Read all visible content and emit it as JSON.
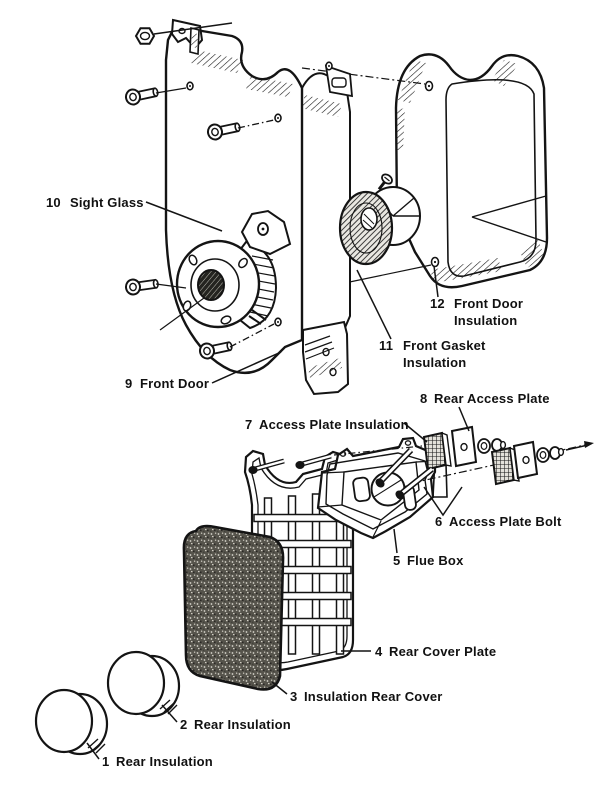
{
  "figure": {
    "type": "exploded-parts-diagram",
    "subject": "Boiler front door and rear flue access assembly",
    "background_color": "#ffffff",
    "line_color": "#141414",
    "text_color": "#111111"
  },
  "parts": [
    {
      "number": "1",
      "name": "Rear Insulation",
      "display": [
        "Rear Insulation"
      ]
    },
    {
      "number": "2",
      "name": "Rear Insulation",
      "display": [
        "Rear Insulation"
      ]
    },
    {
      "number": "3",
      "name": "Insulation Rear Cover",
      "display": [
        "Insulation Rear Cover"
      ]
    },
    {
      "number": "4",
      "name": "Rear Cover Plate",
      "display": [
        "Rear Cover Plate"
      ]
    },
    {
      "number": "5",
      "name": "Flue Box",
      "display": [
        "Flue Box"
      ]
    },
    {
      "number": "6",
      "name": "Access Plate Bolt",
      "display": [
        "Access Plate Bolt"
      ]
    },
    {
      "number": "7",
      "name": "Access Plate Insulation",
      "display": [
        "Access Plate Insulation"
      ]
    },
    {
      "number": "8",
      "name": "Rear Access Plate",
      "display": [
        "Rear Access Plate"
      ]
    },
    {
      "number": "9",
      "name": "Front Door",
      "display": [
        "Front Door"
      ]
    },
    {
      "number": "10",
      "name": "Sight Glass",
      "display": [
        "Sight Glass"
      ]
    },
    {
      "number": "11",
      "name": "Front Gasket Insulation",
      "display": [
        "Front Gasket",
        "Insulation"
      ]
    },
    {
      "number": "12",
      "name": "Front Door Insulation",
      "display": [
        "Front Door",
        "Insulation"
      ]
    }
  ]
}
